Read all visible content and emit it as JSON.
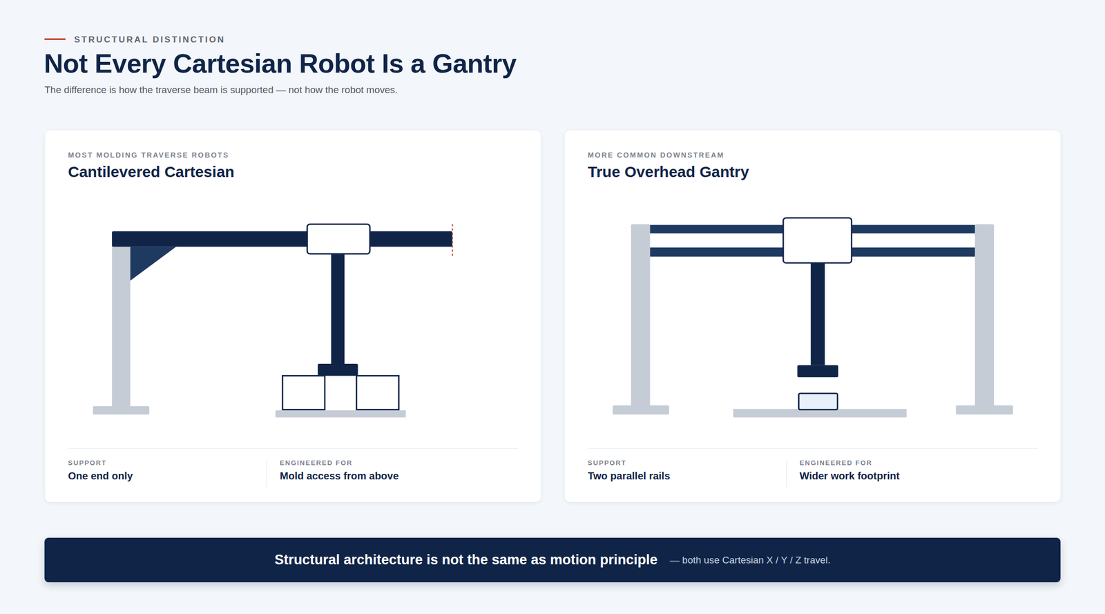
{
  "diagram": {
    "title": "Not Every Cartesian Robot Is a Gantry",
    "nodes": [
      {
        "text": [
          "MOST MOLDING TRAVERSE ROBOTS",
          "Cantilevered Cartesian",
          "SUPPORT",
          "One end only",
          "ENGINEERED FOR",
          "Mold access from above"
        ]
      },
      {
        "text": [
          "MORE COMMON DOWNSTREAM",
          "True Overhead Gantry",
          "SUPPORT",
          "Two parallel rails",
          "ENGINEERED FOR",
          "Wider work footprint"
        ]
      },
      {
        "text": [
          "Structural architecture is not the same as motion principle",
          "— both use Cartesian X / Y / Z travel."
        ]
      }
    ],
    "labels": [
      "STRUCTURAL DISTINCTION",
      "The difference is how the traverse beam is supported — not how the robot moves."
    ]
  }
}
